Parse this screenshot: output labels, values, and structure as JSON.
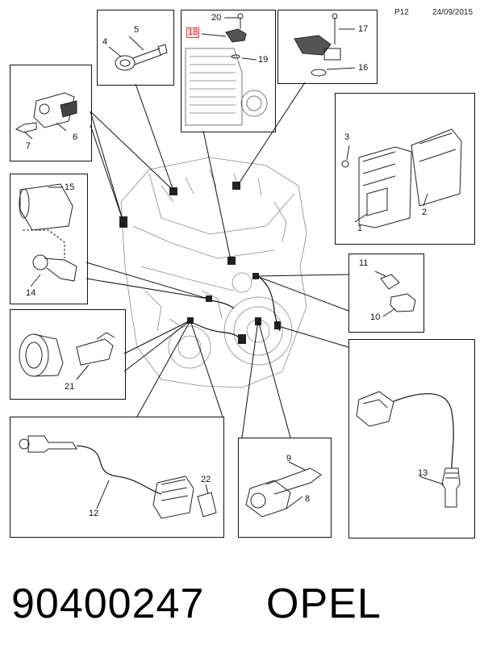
{
  "header": {
    "page": "P12",
    "date": "24/09/2015"
  },
  "callouts": {
    "c1": "1",
    "c2": "2",
    "c3": "3",
    "c4": "4",
    "c5": "5",
    "c6": "6",
    "c7": "7",
    "c8": "8",
    "c9": "9",
    "c10": "10",
    "c11": "11",
    "c12": "12",
    "c13": "13",
    "c14": "14",
    "c15": "15",
    "c16": "16",
    "c17": "17",
    "c18": "18",
    "c19": "19",
    "c20": "20",
    "c21": "21",
    "c22": "22"
  },
  "highlight": {
    "part": "18",
    "color": "#d44444"
  },
  "footer": {
    "part_number": "90400247",
    "brand": "OPEL"
  }
}
